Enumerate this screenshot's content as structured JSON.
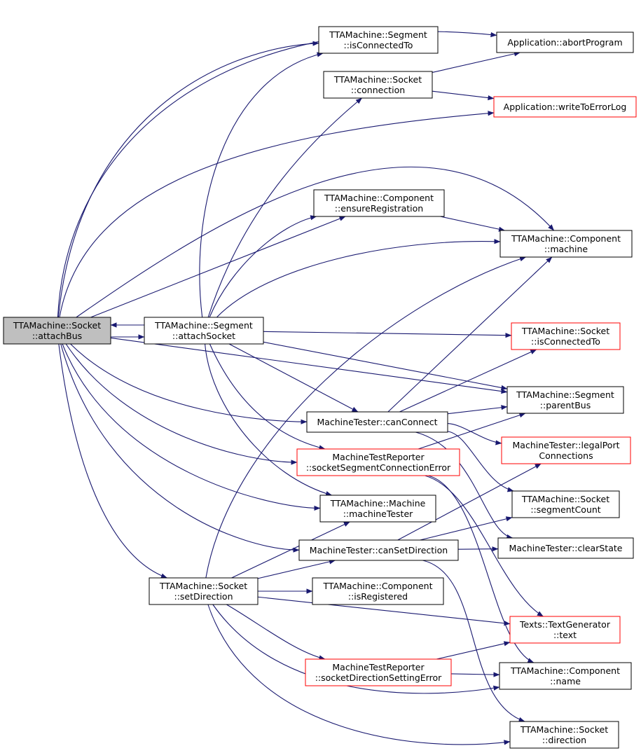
{
  "colors": {
    "edge": "#191970",
    "normal_border": "#000000",
    "incomplete_border": "#ff0000",
    "root_fill": "#bfbfbf"
  },
  "nodes": [
    {
      "id": "attachBus",
      "lines": [
        "TTAMachine::Socket",
        "::attachBus"
      ],
      "style": "root"
    },
    {
      "id": "attachSocket",
      "lines": [
        "TTAMachine::Segment",
        "::attachSocket"
      ],
      "style": "normal"
    },
    {
      "id": "setDirection",
      "lines": [
        "TTAMachine::Socket",
        "::setDirection"
      ],
      "style": "normal"
    },
    {
      "id": "segIsConnectedTo",
      "lines": [
        "TTAMachine::Segment",
        "::isConnectedTo"
      ],
      "style": "normal"
    },
    {
      "id": "connection",
      "lines": [
        "TTAMachine::Socket",
        "::connection"
      ],
      "style": "normal"
    },
    {
      "id": "abortProgram",
      "lines": [
        "Application::abortProgram"
      ],
      "style": "normal"
    },
    {
      "id": "writeToErrorLog",
      "lines": [
        "Application::writeToErrorLog"
      ],
      "style": "incomplete"
    },
    {
      "id": "ensureRegistration",
      "lines": [
        "TTAMachine::Component",
        "::ensureRegistration"
      ],
      "style": "normal"
    },
    {
      "id": "machine",
      "lines": [
        "TTAMachine::Component",
        "::machine"
      ],
      "style": "normal"
    },
    {
      "id": "sockIsConnectedTo",
      "lines": [
        "TTAMachine::Socket",
        "::isConnectedTo"
      ],
      "style": "incomplete"
    },
    {
      "id": "parentBus",
      "lines": [
        "TTAMachine::Segment",
        "::parentBus"
      ],
      "style": "normal"
    },
    {
      "id": "canConnect",
      "lines": [
        "MachineTester::canConnect"
      ],
      "style": "normal"
    },
    {
      "id": "segConnError",
      "lines": [
        "MachineTestReporter",
        "::socketSegmentConnectionError"
      ],
      "style": "incomplete"
    },
    {
      "id": "legalPort",
      "lines": [
        "MachineTester::legalPort",
        "Connections"
      ],
      "style": "incomplete"
    },
    {
      "id": "machineTester",
      "lines": [
        "TTAMachine::Machine",
        "::machineTester"
      ],
      "style": "normal"
    },
    {
      "id": "segmentCount",
      "lines": [
        "TTAMachine::Socket",
        "::segmentCount"
      ],
      "style": "normal"
    },
    {
      "id": "canSetDirection",
      "lines": [
        "MachineTester::canSetDirection"
      ],
      "style": "normal"
    },
    {
      "id": "clearState",
      "lines": [
        "MachineTester::clearState"
      ],
      "style": "normal"
    },
    {
      "id": "isRegistered",
      "lines": [
        "TTAMachine::Component",
        "::isRegistered"
      ],
      "style": "normal"
    },
    {
      "id": "textGen",
      "lines": [
        "Texts::TextGenerator",
        "::text"
      ],
      "style": "incomplete"
    },
    {
      "id": "dirSettingError",
      "lines": [
        "MachineTestReporter",
        "::socketDirectionSettingError"
      ],
      "style": "incomplete"
    },
    {
      "id": "compName",
      "lines": [
        "TTAMachine::Component",
        "::name"
      ],
      "style": "normal"
    },
    {
      "id": "direction",
      "lines": [
        "TTAMachine::Socket",
        "::direction"
      ],
      "style": "normal"
    }
  ],
  "edges": [
    [
      "attachBus",
      "attachSocket"
    ],
    [
      "attachSocket",
      "attachBus"
    ],
    [
      "attachBus",
      "abortProgram"
    ],
    [
      "attachBus",
      "segIsConnectedTo"
    ],
    [
      "attachBus",
      "writeToErrorLog"
    ],
    [
      "attachBus",
      "ensureRegistration"
    ],
    [
      "attachBus",
      "machine"
    ],
    [
      "attachBus",
      "parentBus"
    ],
    [
      "attachBus",
      "canConnect"
    ],
    [
      "attachBus",
      "segConnError"
    ],
    [
      "attachBus",
      "machineTester"
    ],
    [
      "attachBus",
      "canSetDirection"
    ],
    [
      "attachBus",
      "setDirection"
    ],
    [
      "attachSocket",
      "segIsConnectedTo"
    ],
    [
      "attachSocket",
      "connection"
    ],
    [
      "attachSocket",
      "ensureRegistration"
    ],
    [
      "attachSocket",
      "machine"
    ],
    [
      "attachSocket",
      "sockIsConnectedTo"
    ],
    [
      "attachSocket",
      "parentBus"
    ],
    [
      "attachSocket",
      "canConnect"
    ],
    [
      "attachSocket",
      "segConnError"
    ],
    [
      "attachSocket",
      "machineTester"
    ],
    [
      "connection",
      "abortProgram"
    ],
    [
      "connection",
      "writeToErrorLog"
    ],
    [
      "ensureRegistration",
      "machine"
    ],
    [
      "canConnect",
      "machine"
    ],
    [
      "canConnect",
      "sockIsConnectedTo"
    ],
    [
      "canConnect",
      "parentBus"
    ],
    [
      "canConnect",
      "legalPort"
    ],
    [
      "canConnect",
      "segmentCount"
    ],
    [
      "canConnect",
      "clearState"
    ],
    [
      "segConnError",
      "parentBus"
    ],
    [
      "segConnError",
      "textGen"
    ],
    [
      "segConnError",
      "compName"
    ],
    [
      "canSetDirection",
      "segmentCount"
    ],
    [
      "canSetDirection",
      "clearState"
    ],
    [
      "canSetDirection",
      "direction"
    ],
    [
      "canSetDirection",
      "legalPort"
    ],
    [
      "setDirection",
      "machineTester"
    ],
    [
      "setDirection",
      "canSetDirection"
    ],
    [
      "setDirection",
      "isRegistered"
    ],
    [
      "setDirection",
      "machine"
    ],
    [
      "setDirection",
      "textGen"
    ],
    [
      "setDirection",
      "dirSettingError"
    ],
    [
      "setDirection",
      "compName"
    ],
    [
      "setDirection",
      "direction"
    ],
    [
      "dirSettingError",
      "textGen"
    ],
    [
      "dirSettingError",
      "compName"
    ]
  ]
}
